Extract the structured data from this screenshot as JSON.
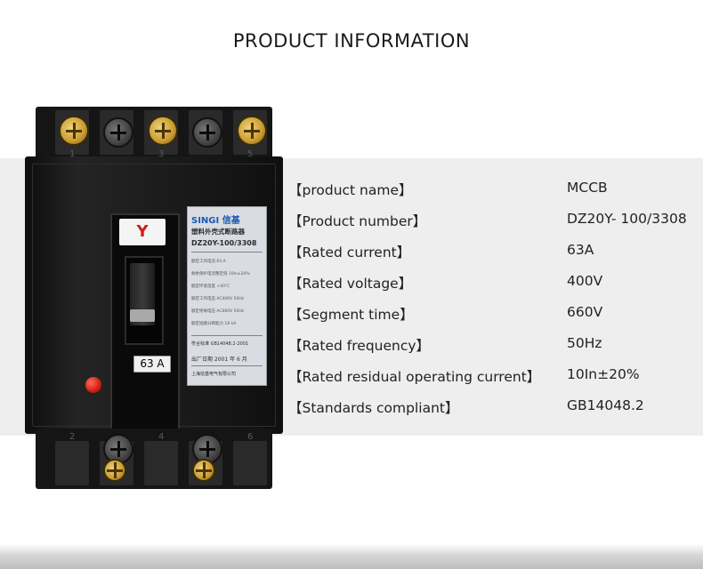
{
  "page": {
    "title": "PRODUCT INFORMATION"
  },
  "product_image": {
    "pole_labels": [
      "1",
      "3",
      "5"
    ],
    "bottom_pole_labels": [
      "2",
      "4",
      "6"
    ],
    "rating_label": "63 A",
    "toggle_badge": "Y",
    "nameplate": {
      "brand": "SINGI 信基",
      "title_cn": "塑料外壳式断路器",
      "model": "DZ20Y-100/3308",
      "rows": [
        "额定工作电流  63  A",
        "剩余保护电流整定值  10In±20%",
        "额定环境温度  +40°C",
        "额定工作电压  AC400V 50Hz",
        "额定绝缘电压  AC660V 50Hz",
        "额定短路分断能力  18  kA"
      ],
      "standard": "符合标准  GB14048.2-2001",
      "date": "出厂日期 2001 年 6 月",
      "maker": "上海信基电气有限公司"
    },
    "colors": {
      "body": "#1a1a1a",
      "terminal_screw": "#c99a2e",
      "trip_button": "#d11e12",
      "brand_blue": "#1c58b5",
      "badge_red": "#d21b1b"
    }
  },
  "specs": [
    {
      "label": "【product name】",
      "value": "MCCB"
    },
    {
      "label": "【Product number】",
      "value": "DZ20Y- 100/3308"
    },
    {
      "label": "【Rated current】",
      "value": "63A"
    },
    {
      "label": "【Rated voltage】",
      "value": "400V"
    },
    {
      "label": "【Segment time】",
      "value": "660V"
    },
    {
      "label": "【Rated frequency】",
      "value": "50Hz"
    },
    {
      "label": "【Rated residual operating current】",
      "value": "10In±20%"
    },
    {
      "label": "【Standards compliant】",
      "value": "GB14048.2"
    }
  ]
}
